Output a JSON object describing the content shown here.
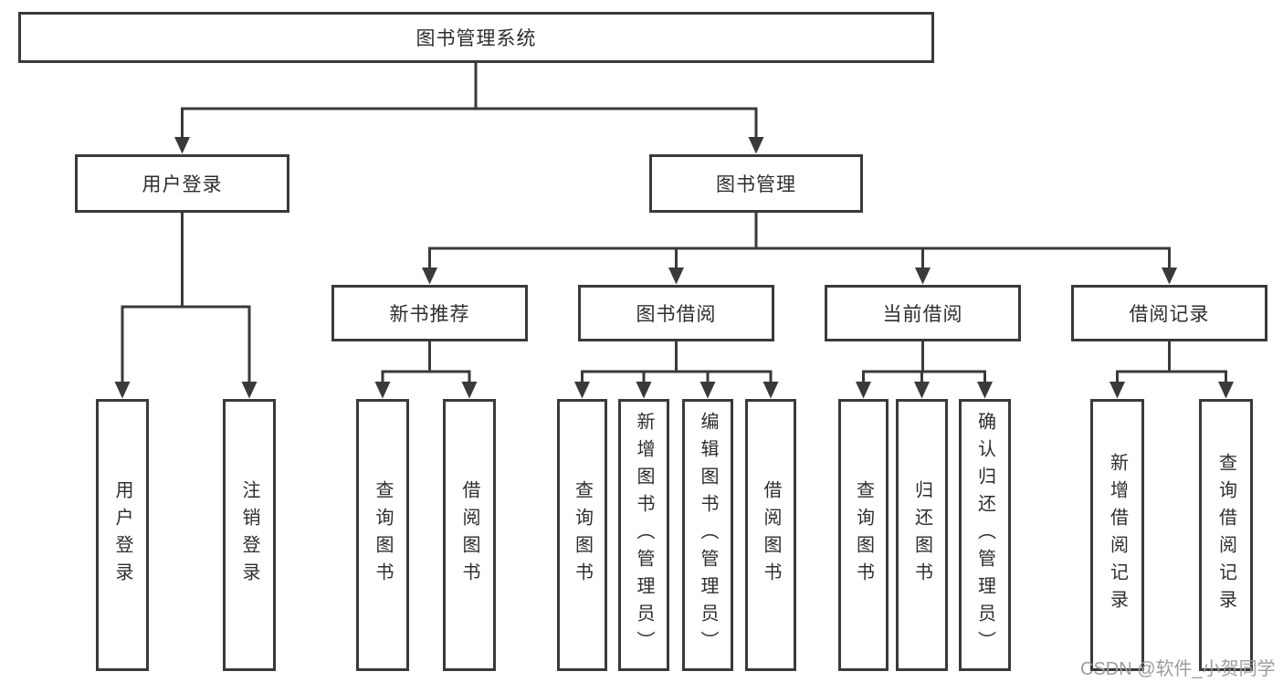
{
  "colors": {
    "line": "#3a3a3a",
    "text": "#2e2e2e",
    "watermark": "#9c9c9c",
    "bg": "#ffffff"
  },
  "diagram": {
    "root": {
      "label": "图书管理系统"
    },
    "level2": [
      {
        "label": "用户登录"
      },
      {
        "label": "图书管理"
      }
    ],
    "level3": [
      {
        "label": "新书推荐",
        "parent": "图书管理"
      },
      {
        "label": "图书借阅",
        "parent": "图书管理"
      },
      {
        "label": "当前借阅",
        "parent": "图书管理"
      },
      {
        "label": "借阅记录",
        "parent": "图书管理"
      }
    ],
    "leaves": [
      {
        "label": "用户登录",
        "parent": "用户登录"
      },
      {
        "label": "注销登录",
        "parent": "用户登录"
      },
      {
        "label": "查询图书",
        "parent": "新书推荐"
      },
      {
        "label": "借阅图书",
        "parent": "新书推荐"
      },
      {
        "label": "查询图书",
        "parent": "图书借阅"
      },
      {
        "label": "新增图书（管理员）",
        "parent": "图书借阅"
      },
      {
        "label": "编辑图书（管理员）",
        "parent": "图书借阅"
      },
      {
        "label": "借阅图书",
        "parent": "图书借阅"
      },
      {
        "label": "查询图书",
        "parent": "当前借阅"
      },
      {
        "label": "归还图书",
        "parent": "当前借阅"
      },
      {
        "label": "确认归还（管理员）",
        "parent": "当前借阅"
      },
      {
        "label": "新增借阅记录",
        "parent": "借阅记录"
      },
      {
        "label": "查询借阅记录",
        "parent": "借阅记录"
      }
    ]
  },
  "watermark": {
    "text": "CSDN @软件_小贺同学"
  }
}
